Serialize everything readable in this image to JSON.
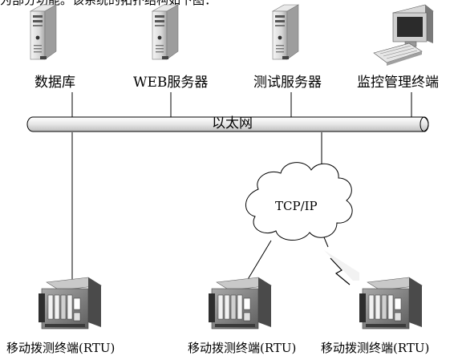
{
  "top_caption": "为部分功能。该系统的拓扑结构如下图：",
  "nodes": {
    "database": "数据库",
    "web_server": "WEB服务器",
    "test_server": "测试服务器",
    "monitor_terminal": "监控管理终端"
  },
  "bus_label": "以太网",
  "cloud_label": "TCP/IP",
  "rtu_labels": [
    "移动拨测终端(RTU)",
    "移动拨测终端(RTU)",
    "移动拨测终端(RTU)"
  ],
  "icons": {
    "server": "server-tower-icon",
    "workstation": "desktop-computer-icon",
    "rtu": "rack-device-icon",
    "wireless": "lightning-bolt-icon",
    "cloud": "network-cloud-icon"
  }
}
